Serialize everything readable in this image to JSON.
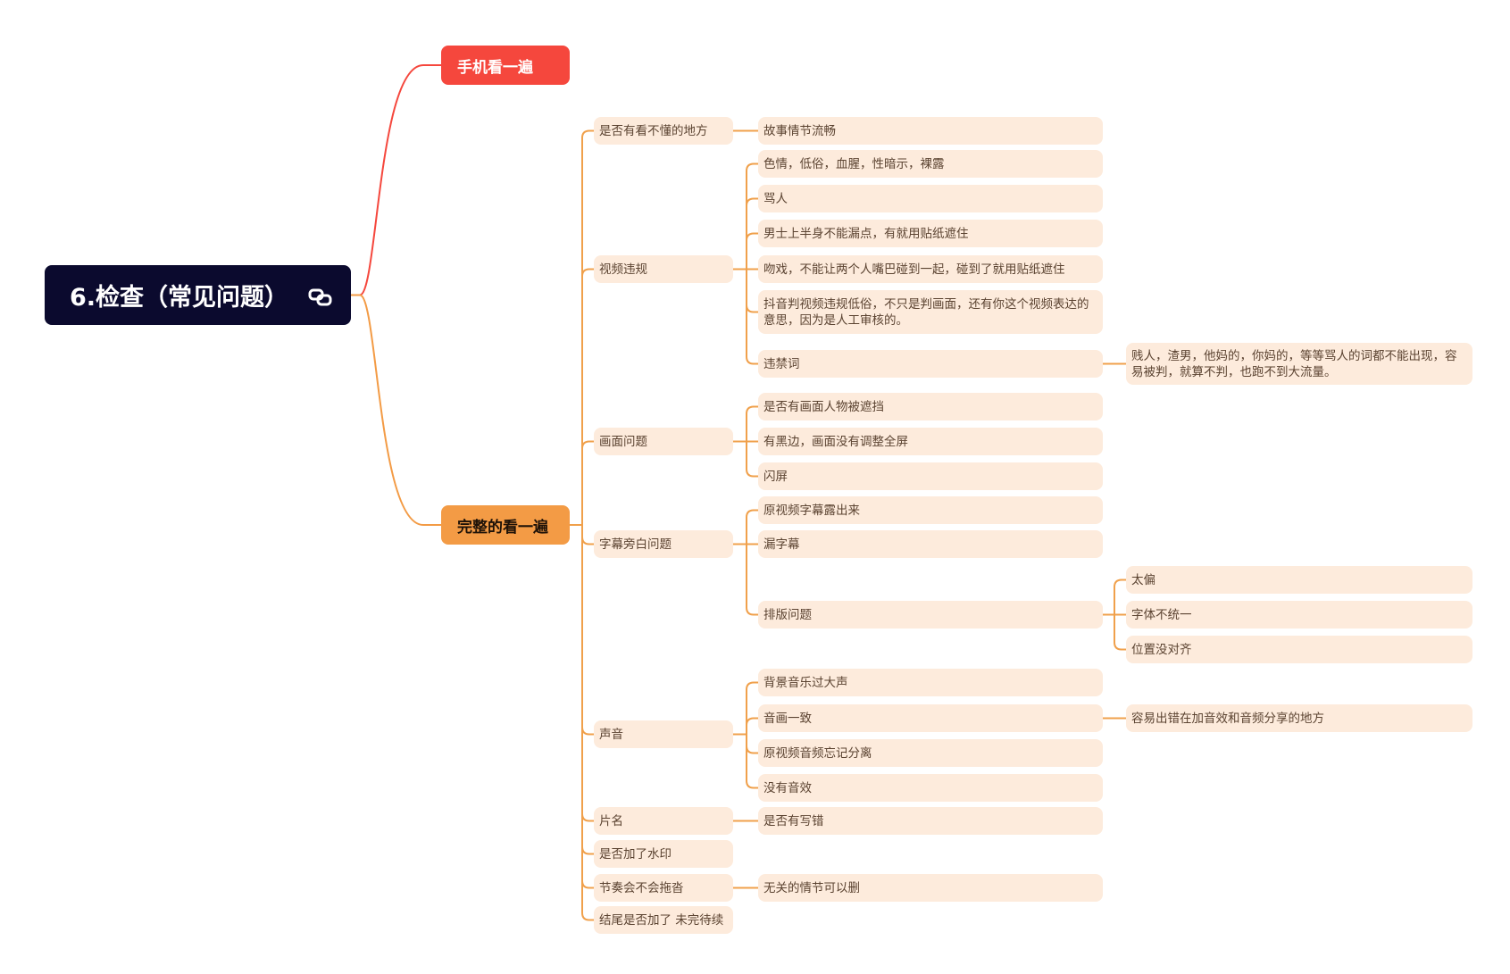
{
  "root": {
    "title": "6.检查（常见问题）",
    "icon": "link-icon"
  },
  "colors": {
    "root_bg": "#0b0a2e",
    "branch_red": "#f5473d",
    "branch_orange": "#f39b45",
    "node_bg": "#fdebdc",
    "line": "#f0a04b"
  },
  "branches": [
    {
      "label": "手机看一遍"
    },
    {
      "label": "完整的看一遍"
    }
  ],
  "items": [
    {
      "label": "是否有看不懂的地方",
      "children": [
        {
          "label": "故事情节流畅"
        }
      ]
    },
    {
      "label": "视频违规",
      "children": [
        {
          "label": "色情，低俗，血腥，性暗示，裸露"
        },
        {
          "label": "骂人"
        },
        {
          "label": "男士上半身不能漏点，有就用贴纸遮住"
        },
        {
          "label": "吻戏，不能让两个人嘴巴碰到一起，碰到了就用贴纸遮住"
        },
        {
          "label": "抖音判视频违规低俗，不只是判画面，还有你这个视频表达的意思，因为是人工审核的。"
        },
        {
          "label": "违禁词",
          "children": [
            {
              "label": "贱人，渣男，他妈的，你妈的，等等骂人的词都不能出现，容易被判，就算不判，也跑不到大流量。"
            }
          ]
        }
      ]
    },
    {
      "label": "画面问题",
      "children": [
        {
          "label": "是否有画面人物被遮挡"
        },
        {
          "label": "有黑边，画面没有调整全屏"
        },
        {
          "label": "闪屏"
        }
      ]
    },
    {
      "label": "字幕旁白问题",
      "children": [
        {
          "label": "原视频字幕露出来"
        },
        {
          "label": "漏字幕"
        },
        {
          "label": "排版问题",
          "children": [
            {
              "label": "太偏"
            },
            {
              "label": "字体不统一"
            },
            {
              "label": "位置没对齐"
            }
          ]
        }
      ]
    },
    {
      "label": "声音",
      "children": [
        {
          "label": "背景音乐过大声"
        },
        {
          "label": "音画一致",
          "children": [
            {
              "label": "容易出错在加音效和音频分享的地方"
            }
          ]
        },
        {
          "label": "原视频音频忘记分离"
        },
        {
          "label": "没有音效"
        }
      ]
    },
    {
      "label": "片名",
      "children": [
        {
          "label": "是否有写错"
        }
      ]
    },
    {
      "label": "是否加了水印"
    },
    {
      "label": "节奏会不会拖沓",
      "children": [
        {
          "label": "无关的情节可以删"
        }
      ]
    },
    {
      "label": "结尾是否加了 未完待续"
    }
  ]
}
